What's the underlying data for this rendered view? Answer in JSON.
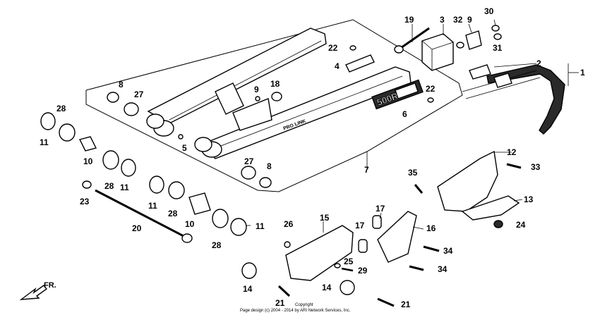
{
  "diagram": {
    "callouts": [
      "1",
      "2",
      "3",
      "4",
      "5",
      "6",
      "7",
      "8",
      "8",
      "9",
      "9",
      "10",
      "10",
      "11",
      "11",
      "11",
      "11",
      "12",
      "13",
      "14",
      "14",
      "15",
      "16",
      "17",
      "17",
      "18",
      "19",
      "20",
      "21",
      "21",
      "22",
      "22",
      "23",
      "24",
      "25",
      "26",
      "27",
      "27",
      "28",
      "28",
      "28",
      "28",
      "29",
      "30",
      "31",
      "32",
      "33",
      "34",
      "34",
      "35"
    ],
    "frame_text": "PRO LINK",
    "frame_model": "500R",
    "direction_label": "FR.",
    "copyright_line1": "Copyright",
    "copyright_line2": "Page design (c) 2004 - 2014 by ARI Network Services, Inc."
  }
}
